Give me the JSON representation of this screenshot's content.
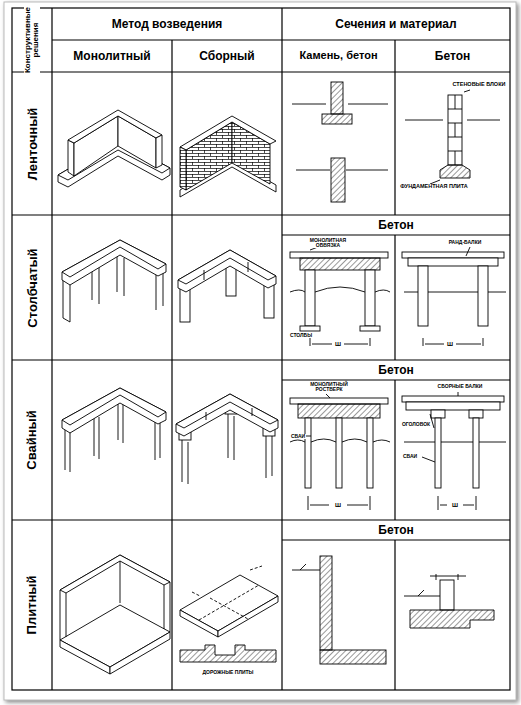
{
  "diagram": {
    "labels": [
      "Конструктивные решения",
      "Метод возведения",
      "Сечения и материал",
      "Монолитный",
      "Сборный",
      "Камень, бетон",
      "Бетон",
      "Ленточный",
      "СТЕНОВЫЕ БЛОКИ",
      "ФУНДАМЕНТНАЯ ПЛИТА",
      "Столбчатый",
      "Бетон",
      "МОНОЛИТНАЯ ОБВЯЗКА",
      "РАНД-БАЛКИ",
      "СТОЛБЫ",
      "Ш",
      "Ш",
      "Свайный",
      "Бетон",
      "МОНОЛИТНЫЙ РОСТВЕРК",
      "СБОРНЫЕ БАЛКИ",
      "СВАИ",
      "ОГОЛОВОК",
      "СВАИ",
      "Ш",
      "Ш",
      "Плитный",
      "ДОРОЖНЫЕ ПЛИТЫ",
      "Бетон"
    ]
  }
}
